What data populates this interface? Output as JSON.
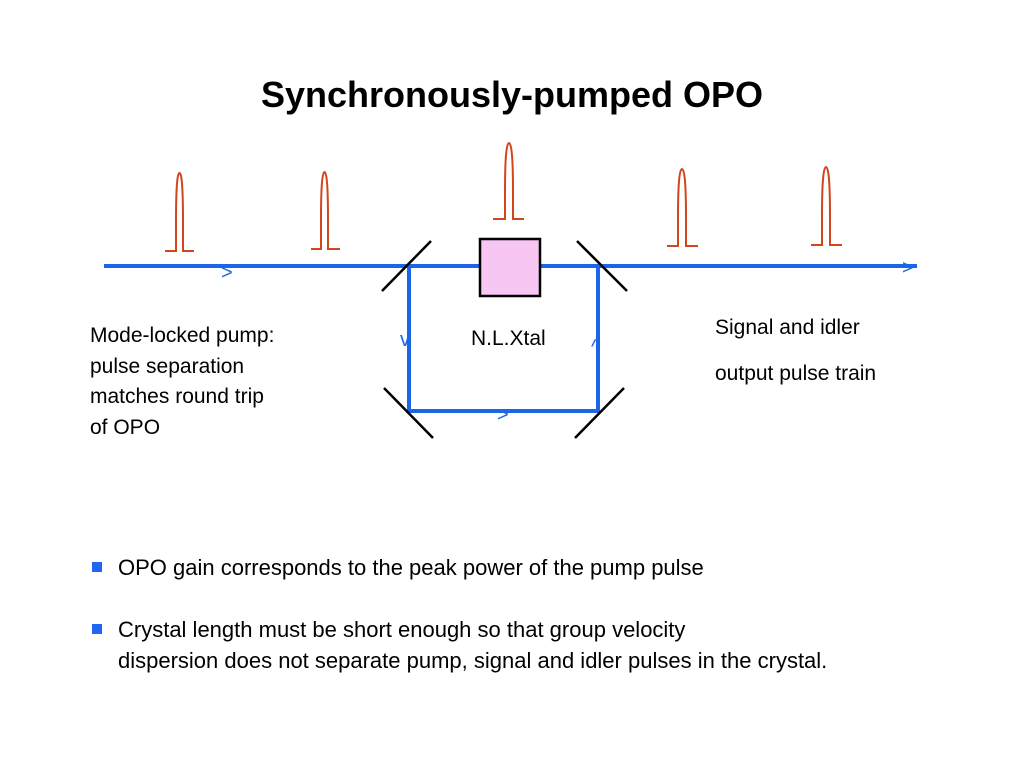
{
  "slide": {
    "title": "Synchronously-pumped OPO"
  },
  "diagram": {
    "pump_label_lines": [
      "Mode-locked pump:",
      "pulse separation",
      "matches round trip",
      "of OPO"
    ],
    "crystal_label": "N.L.Xtal",
    "output_label_lines": [
      "Signal and idler",
      "output pulse train"
    ],
    "arrow_glyphs": {
      "pump_arrow": ">",
      "output_arrow": ">",
      "cavity_down_arrow": "v",
      "cavity_bottom_arrow": ">",
      "cavity_up_arrow": "^"
    },
    "colors": {
      "beam": "#1a66e6",
      "pulse": "#d2461e",
      "crystal_fill": "#f7c6f2",
      "mirror": "#000000"
    }
  },
  "bullets": [
    {
      "lines": [
        "OPO gain corresponds to the peak power of the pump pulse"
      ]
    },
    {
      "lines": [
        "Crystal length must be short enough so that group velocity",
        "dispersion does not separate pump, signal and idler pulses in the crystal."
      ]
    }
  ],
  "bullet_color": "#1f66f2"
}
